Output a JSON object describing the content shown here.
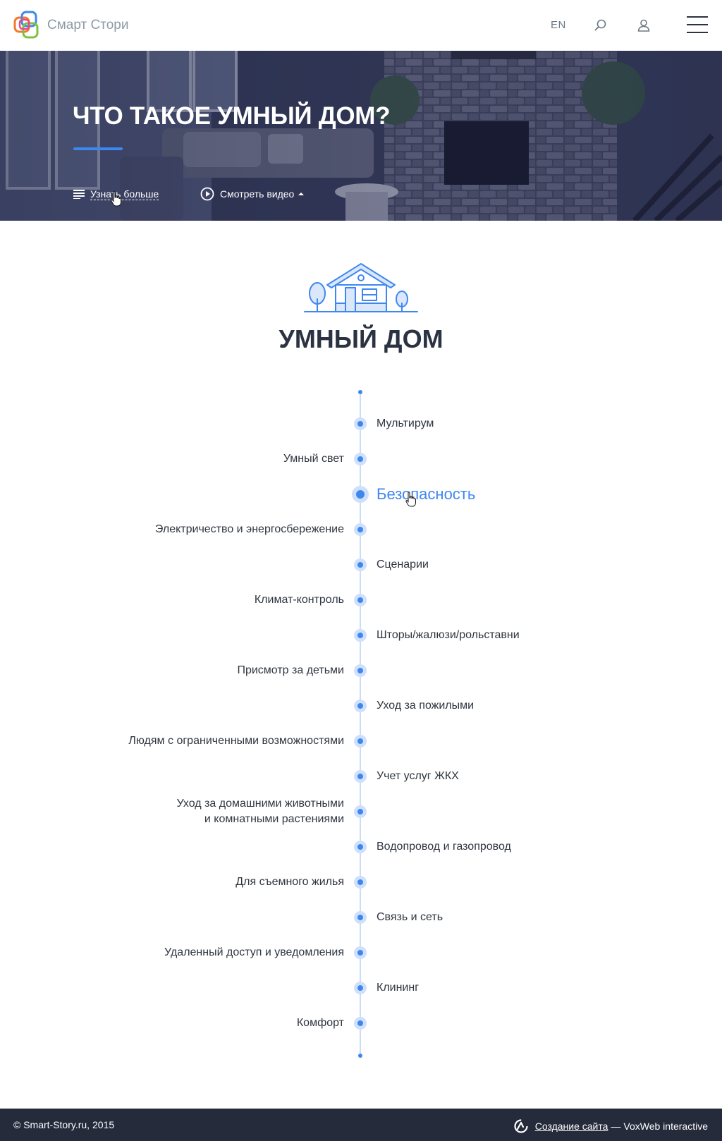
{
  "header": {
    "brand": "Смарт Стори",
    "lang": "EN",
    "icons": [
      "logo-rings-icon",
      "search-icon",
      "user-icon",
      "menu-icon"
    ],
    "colors": {
      "logo_blue": "#3f87f0",
      "logo_orange": "#f07a2a",
      "logo_green": "#7dc340",
      "logo_pink": "#e84a8a"
    }
  },
  "hero": {
    "title": "ЧТО ТАКОЕ УМНЫЙ ДОМ?",
    "more_label": "Узнать больше",
    "video_label": "Смотреть видео",
    "icons": [
      "list-icon",
      "play-circle-icon",
      "caret-up-icon"
    ]
  },
  "section": {
    "title": "УМНЫЙ ДОМ",
    "icon": "smart-house-icon"
  },
  "timeline": {
    "accent": "#3f87f0",
    "items": [
      {
        "label": "Мультирум",
        "side": "right"
      },
      {
        "label": "Умный свет",
        "side": "left"
      },
      {
        "label": "Безопасность",
        "side": "right",
        "active": true
      },
      {
        "label": "Электричество и энергосбережение",
        "side": "left"
      },
      {
        "label": "Сценарии",
        "side": "right"
      },
      {
        "label": "Климат-контроль",
        "side": "left"
      },
      {
        "label": "Шторы/жалюзи/рольставни",
        "side": "right"
      },
      {
        "label": "Присмотр за детьми",
        "side": "left"
      },
      {
        "label": "Уход за пожилыми",
        "side": "right"
      },
      {
        "label": "Людям с ограниченными возможностями",
        "side": "left"
      },
      {
        "label": "Учет услуг ЖКХ",
        "side": "right"
      },
      {
        "label": "Уход за домашними животными",
        "label2": "и комнатными растениями",
        "side": "left"
      },
      {
        "label": "Водопровод и газопровод",
        "side": "right"
      },
      {
        "label": "Для съемного жилья",
        "side": "left"
      },
      {
        "label": "Связь и сеть",
        "side": "right"
      },
      {
        "label": "Удаленный доступ и уведомления",
        "side": "left"
      },
      {
        "label": "Клининг",
        "side": "right"
      },
      {
        "label": "Комфорт",
        "side": "left"
      }
    ]
  },
  "footer": {
    "copyright": "© Smart-Story.ru, 2015",
    "link_label": "Создание сайта",
    "separator": "—",
    "studio": "VoxWeb interactive",
    "icon": "voxweb-logo-icon"
  }
}
